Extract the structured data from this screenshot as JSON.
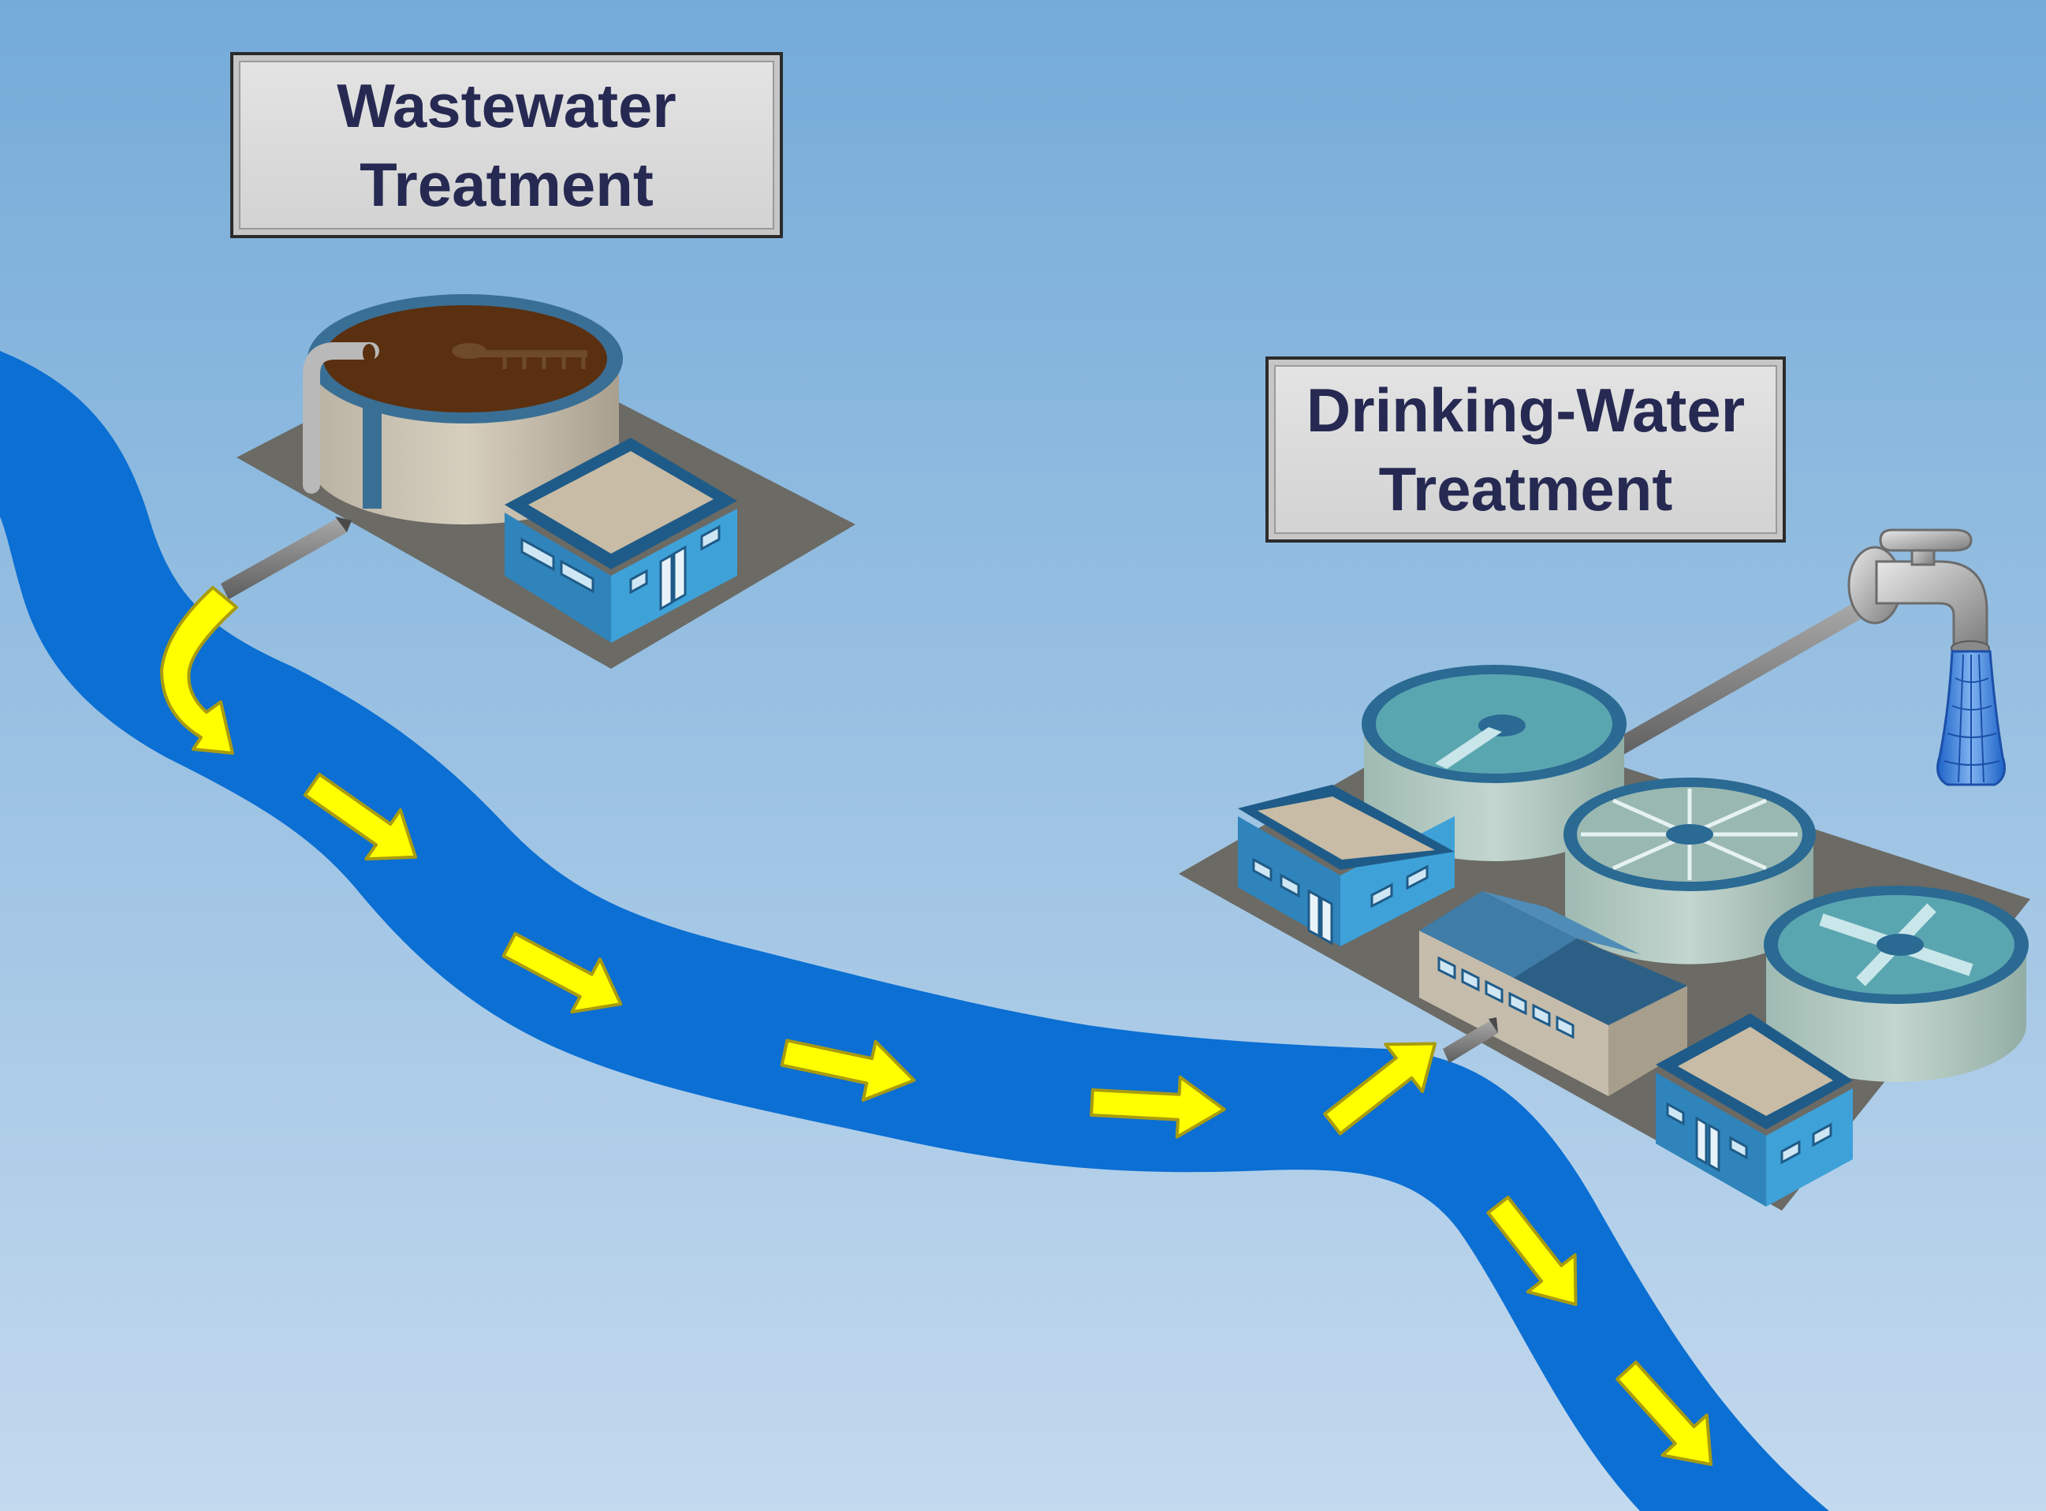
{
  "labels": {
    "wastewater": {
      "line1": "Wastewater",
      "line2": "Treatment"
    },
    "drinking": {
      "line1": "Drinking-Water",
      "line2": "Treatment"
    }
  },
  "colors": {
    "sky_top": "#74abd8",
    "sky_bottom": "#c3d9ee",
    "river": "#0b6fd3",
    "arrow": "#ffff00",
    "label_text": "#262a52",
    "building_blue": "#3ea2d8",
    "building_roof": "#c8bca6",
    "wastewater_sludge": "#5a3010",
    "clarifier_water": "#5aa6b0",
    "slab": "#6b6a64"
  },
  "icons": [
    "faucet-icon",
    "flow-arrow-icon"
  ]
}
